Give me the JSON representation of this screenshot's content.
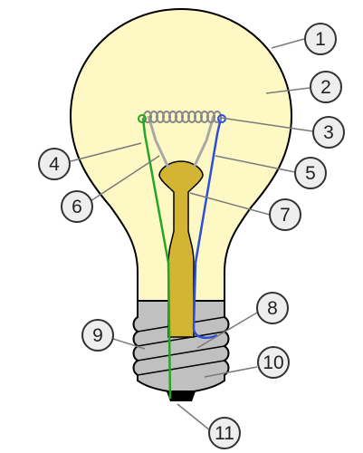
{
  "diagram": {
    "colors": {
      "glass_fill": "#fdf8c4",
      "outline": "#000000",
      "stem": "#d4b533",
      "base_metal": "#c0c0c0",
      "contact": "#000000",
      "wire_green": "#26a526",
      "wire_blue": "#2c4fd9",
      "support_wire": "#a8a8a8",
      "leader_line": "#7a7a7a",
      "callout_fill": "#eeeeee"
    },
    "callouts": [
      {
        "id": "1",
        "label": "1"
      },
      {
        "id": "2",
        "label": "2"
      },
      {
        "id": "3",
        "label": "3"
      },
      {
        "id": "4",
        "label": "4"
      },
      {
        "id": "5",
        "label": "5"
      },
      {
        "id": "6",
        "label": "6"
      },
      {
        "id": "7",
        "label": "7"
      },
      {
        "id": "8",
        "label": "8"
      },
      {
        "id": "9",
        "label": "9"
      },
      {
        "id": "10",
        "label": "10"
      },
      {
        "id": "11",
        "label": "11"
      }
    ]
  }
}
